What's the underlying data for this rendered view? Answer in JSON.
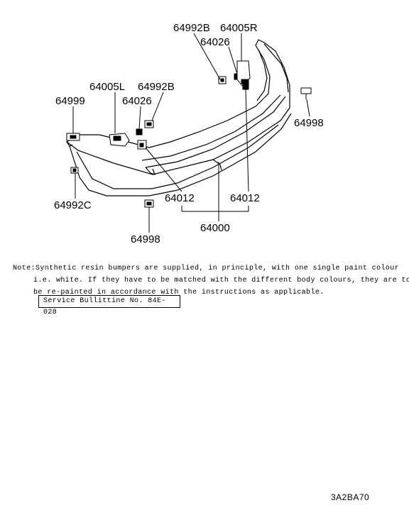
{
  "parts": {
    "p64992B_top": "64992B",
    "p64005R": "64005R",
    "p64026_top": "64026",
    "p64005L": "64005L",
    "p64992B_mid": "64992B",
    "p64999": "64999",
    "p64026_mid": "64026",
    "p64998_right": "64998",
    "p64012_left": "64012",
    "p64012_right": "64012",
    "p64992C": "64992C",
    "p64000": "64000",
    "p64998_bottom": "64998"
  },
  "note": {
    "line1": "Note:Synthetic resin bumpers are supplied, in principle, with one single paint colour",
    "line2": "i.e. white. If they have to be matched with the different body colours, they are to",
    "line3": "be re-painted in accordance with the instructions as applicable."
  },
  "service_bulletin": "Service Bullittine No. 84E-028",
  "figure_code": "3A2BA70"
}
